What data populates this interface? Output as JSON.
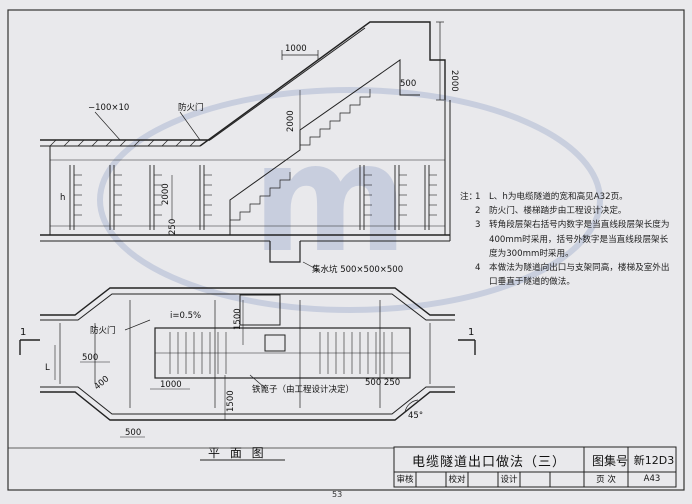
{
  "dims": {
    "top_width": "1000",
    "top_height": "2000",
    "stair_500": "500",
    "mid_height": "2000",
    "left_height": "2000",
    "small_250": "250",
    "plan_1500_top": "1500",
    "plan_1500_bot": "1500",
    "plan_1000": "1000",
    "plan_500_left": "500",
    "plan_400": "400",
    "plan_500_bot": "500",
    "plan_500_250": "500 250",
    "dim_h": "h",
    "dim_L": "L",
    "angle": "45°"
  },
  "labels": {
    "plate": "−100×10",
    "fire_door_top": "防火门",
    "sump": "集水坑  500×500×500",
    "slope": "i=0.5%",
    "fire_door_plan": "防火门",
    "ladder": "铁篦子（由工程设计决定）",
    "section_mark_left": "1",
    "section_mark_right": "1",
    "plan_title": "平 面 图"
  },
  "notes": {
    "lead": "注：",
    "items": [
      {
        "n": "1",
        "t": "L、h为电缆隧道的宽和高见A32页。"
      },
      {
        "n": "2",
        "t": "防火门、楼梯踏步由工程设计决定。"
      },
      {
        "n": "3",
        "t": "转角段层架右括号内数字是当直线段层架长度为400mm时采用，括号外数字是当直线段层架长度为300mm时采用。"
      },
      {
        "n": "4",
        "t": "本做法为隧道向出口与支架同高，楼梯及室外出口垂直于隧道的做法。"
      }
    ]
  },
  "title_block": {
    "title": "电缆隧道出口做法（三）",
    "atlas_label": "图集号",
    "atlas_no": "新12D3",
    "review": "审核",
    "check": "校对",
    "design": "设计",
    "page_label": "页 次",
    "page_no": "A43"
  },
  "page_number": "53"
}
